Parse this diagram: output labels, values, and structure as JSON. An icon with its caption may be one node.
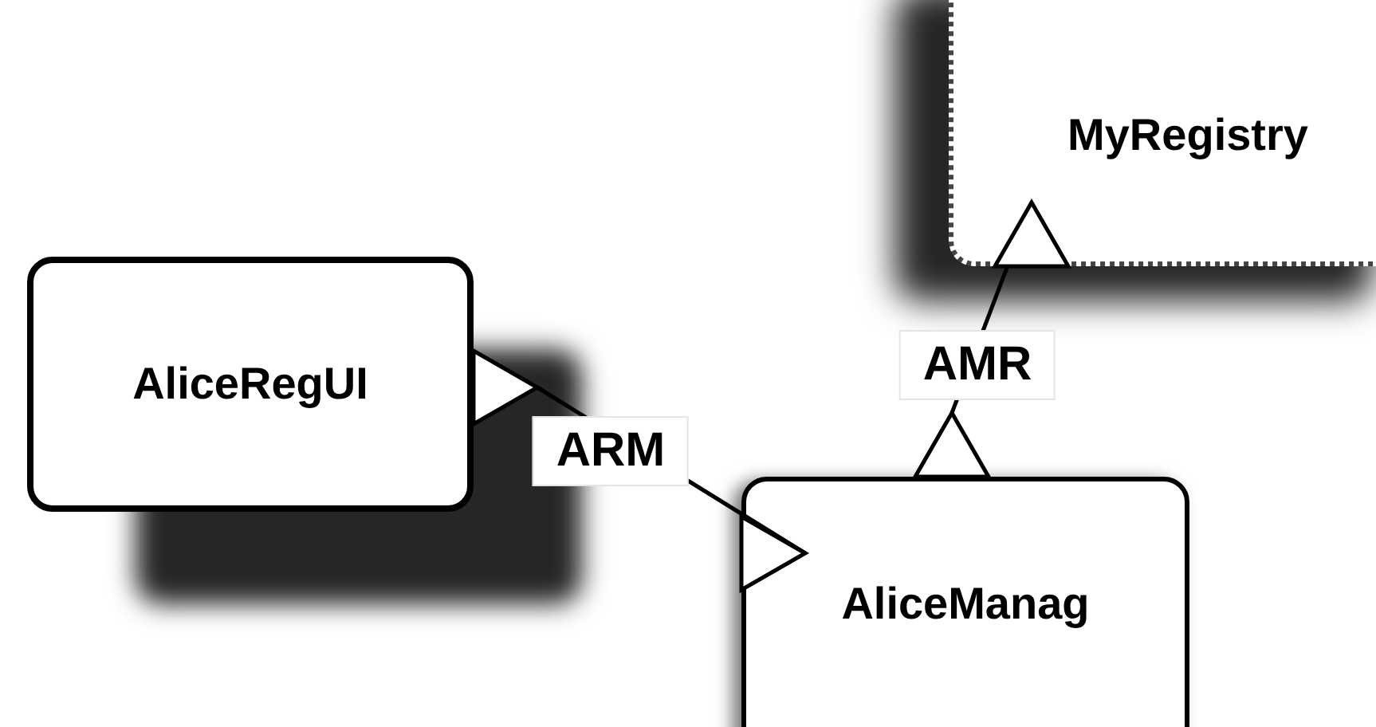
{
  "diagram": {
    "nodes": [
      {
        "text": [
          "MyRegistry"
        ]
      },
      {
        "text": [
          "AliceRegUI"
        ]
      },
      {
        "text": [
          "AliceManag"
        ]
      }
    ],
    "edges": [
      {
        "from": 1,
        "to": 2,
        "arrow": "both",
        "label": "ARM"
      },
      {
        "from": 2,
        "to": 0,
        "arrow": "both",
        "label": "AMR"
      }
    ]
  }
}
